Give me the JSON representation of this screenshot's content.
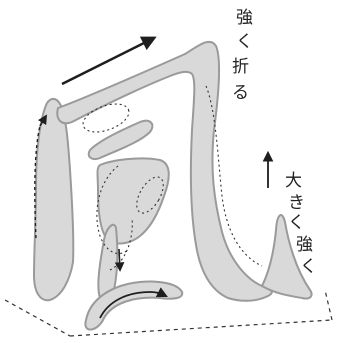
{
  "character": "風",
  "annotations": {
    "top_right_note": [
      "強",
      "く",
      "折",
      "る"
    ],
    "right_note": [
      "大",
      "き",
      "く",
      "強",
      "く"
    ]
  },
  "colors": {
    "stroke_fill": "#d9d9d9",
    "stroke_edge": "#9a9a9a",
    "ink": "#1e1e1e"
  },
  "icons": [
    "arrow-icon",
    "dotted-guide-line-icon",
    "dashed-perspective-line-icon"
  ]
}
